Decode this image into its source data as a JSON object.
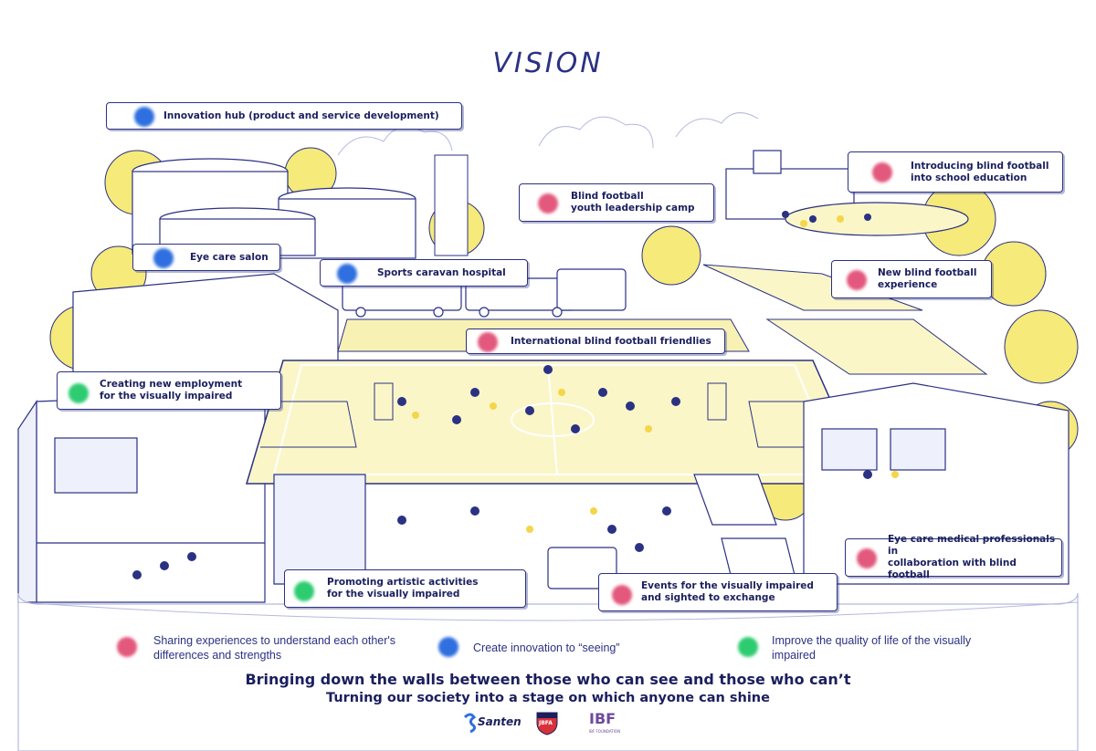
{
  "title": "VISION",
  "colors": {
    "navy": "#1b1f5e",
    "outline": "#2b3183",
    "yellow": "#f5ea7a",
    "pink": "#e3587d",
    "blue": "#2f6fe0",
    "green": "#2ecc71"
  },
  "callouts": {
    "innovation_hub": {
      "label": "Innovation hub (product and service development)",
      "category": "blue"
    },
    "eye_care_salon": {
      "label": "Eye care salon",
      "category": "blue"
    },
    "sports_caravan": {
      "label": "Sports caravan hospital",
      "category": "blue"
    },
    "youth_camp": {
      "label": "Blind football\nyouth leadership camp",
      "category": "pink"
    },
    "school_education": {
      "label": "Introducing blind football\ninto school education",
      "category": "pink"
    },
    "new_experience": {
      "label": "New blind football\nexperience",
      "category": "pink"
    },
    "friendlies": {
      "label": "International blind football friendlies",
      "category": "pink"
    },
    "employment": {
      "label": "Creating new employment\nfor the visually impaired",
      "category": "green"
    },
    "artistic": {
      "label": "Promoting artistic activities\nfor the visually impaired",
      "category": "green"
    },
    "events": {
      "label": "Events for the visually impaired\nand sighted to exchange",
      "category": "pink"
    },
    "medical": {
      "label": "Eye care medical professionals in\ncollaboration with blind football",
      "category": "pink"
    }
  },
  "legend": {
    "sharing": {
      "label": "Sharing experiences to understand each other's\ndifferences and strengths",
      "category": "pink"
    },
    "innovation": {
      "label": "Create innovation to “seeing”",
      "category": "blue"
    },
    "quality": {
      "label": "Improve the quality of life of the visually\nimpaired",
      "category": "green"
    }
  },
  "headline": "Bringing down the walls between those who can see and those who can’t",
  "subheadline": "Turning our society into a stage on which anyone can shine",
  "logos": {
    "santen": {
      "text": "Santen"
    },
    "jbfa": {
      "text": "JBFA"
    },
    "ibf": {
      "text": "IBF",
      "subtext": "IBF FOUNDATION"
    }
  }
}
